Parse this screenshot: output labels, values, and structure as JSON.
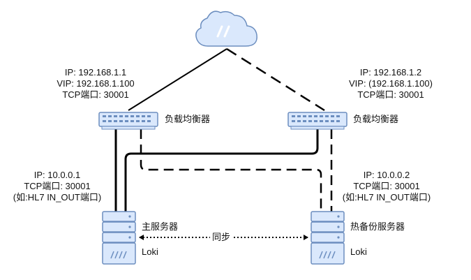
{
  "left_lb": {
    "ip": "IP: 192.168.1.1",
    "vip": "VIP: 192.168.1.100",
    "port": "TCP端口: 30001",
    "name": "负载均衡器"
  },
  "right_lb": {
    "ip": "IP: 192.168.1.2",
    "vip": "VIP: (192.168.1.100)",
    "port": "TCP端口: 30001",
    "name": "负载均衡器"
  },
  "left_server": {
    "ip": "IP: 10.0.0.1",
    "port": "TCP端口: 30001",
    "note": "(如:HL7 IN_OUT端口)",
    "name": "主服务器",
    "app": "Loki"
  },
  "right_server": {
    "ip": "IP: 10.0.0.2",
    "port": "TCP端口: 30001",
    "note": "(如:HL7 IN_OUT端口)",
    "name": "热备份服务器",
    "app": "Loki"
  },
  "sync_label": "同步",
  "colors": {
    "device_fill": "#dae8fc",
    "device_stroke": "#6c8ebf",
    "line": "#000000"
  },
  "icons": {
    "cloud": "cloud-icon",
    "switch": "network-switch-icon",
    "server": "server-rack-icon"
  }
}
